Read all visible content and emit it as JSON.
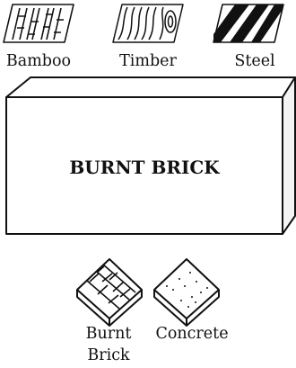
{
  "materials": {
    "bamboo": "Bamboo",
    "timber": "Timber",
    "steel": "Steel"
  },
  "block": {
    "label": "BURNT BRICK"
  },
  "tiles": {
    "brick_line1": "Burnt",
    "brick_line2": "Brick",
    "concrete": "Concrete"
  },
  "colors": {
    "ink": "#111111",
    "paper": "#ffffff"
  }
}
